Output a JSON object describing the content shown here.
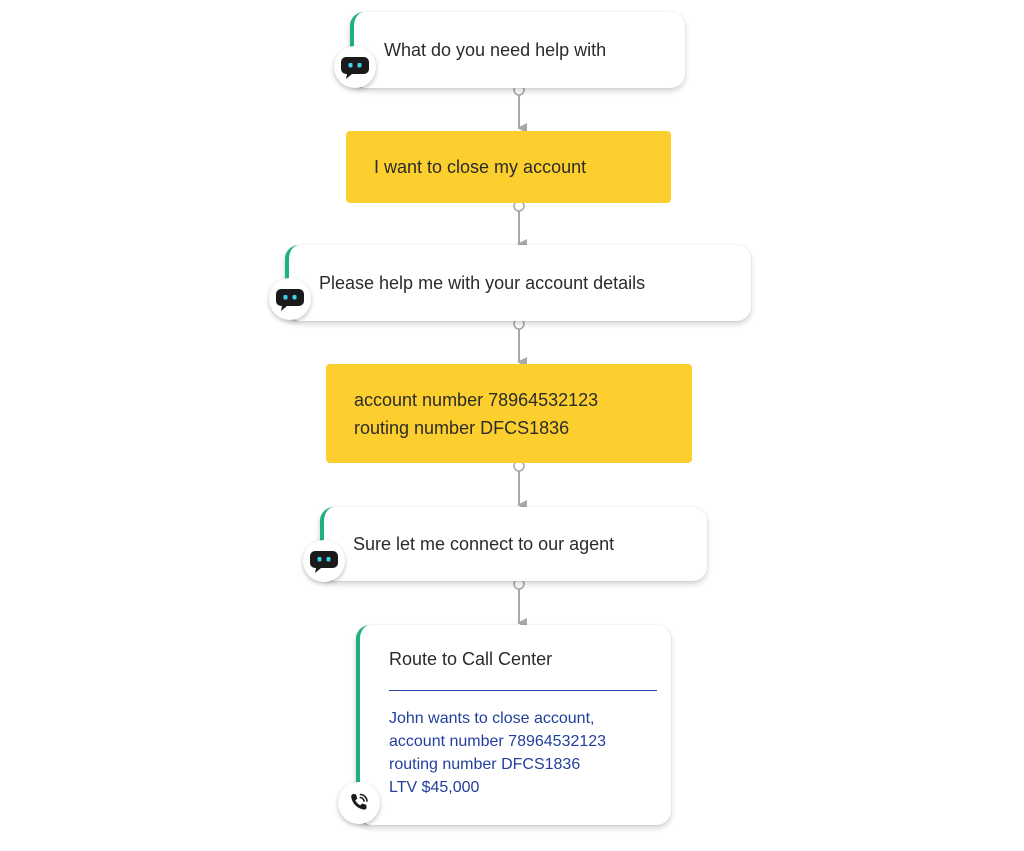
{
  "flow": {
    "bot_messages": [
      "What do you need help with",
      "Please help me with your account details",
      "Sure let me connect to our agent"
    ],
    "user_messages": {
      "close_account": "I want to close my account",
      "details_line1": "account number 78964532123",
      "details_line2": "routing number DFCS1836"
    },
    "route": {
      "title": "Route to Call Center",
      "lines": [
        "John wants to close account,",
        "account number 78964532123",
        "routing number DFCS1836",
        "LTV $45,000"
      ]
    }
  },
  "icons": {
    "bot": "chatbot-icon",
    "call": "phone-call-icon"
  },
  "colors": {
    "accent_green": "#1fb07f",
    "user_yellow": "#fdcf2e",
    "route_text_blue": "#223f9a",
    "connector_gray": "#a8a8a8"
  }
}
